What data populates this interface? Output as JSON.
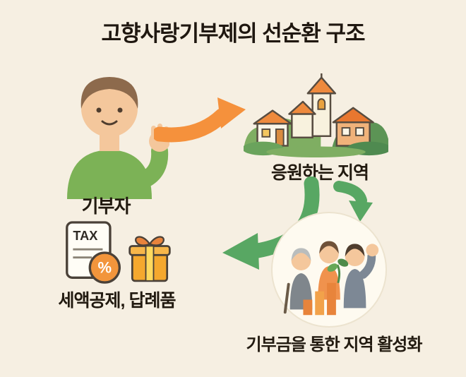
{
  "title": "고향사랑기부제의 선순환 구조",
  "nodes": {
    "donor": {
      "label": "기부자",
      "icon": "waving-person"
    },
    "region": {
      "label": "응원하는 지역",
      "icon": "village-church-houses"
    },
    "revitalization": {
      "label": "기부금을 통한 지역 활성화",
      "icon": "people-growth-chart-plant"
    },
    "benefits": {
      "label": "세액공제, 답례품",
      "icons": [
        "tax-calculator",
        "gift-box"
      ]
    }
  },
  "icons": {
    "tax_text": "TAX",
    "percent_text": "%"
  },
  "flow": [
    {
      "from": "donor",
      "to": "region",
      "arrow": "orange-curved-right"
    },
    {
      "from": "region",
      "to": "revitalization",
      "arrow": "green-curved-down"
    },
    {
      "from": "revitalization",
      "to": "benefits",
      "arrow": "green-curved-left"
    }
  ],
  "colors": {
    "background": "#f6efe2",
    "text": "#221a10",
    "arrow_orange": "#f5913c",
    "arrow_green": "#58a763",
    "sweater_green": "#7cb256",
    "roof_orange": "#ee8a3d",
    "skin": "#f4c79c"
  }
}
